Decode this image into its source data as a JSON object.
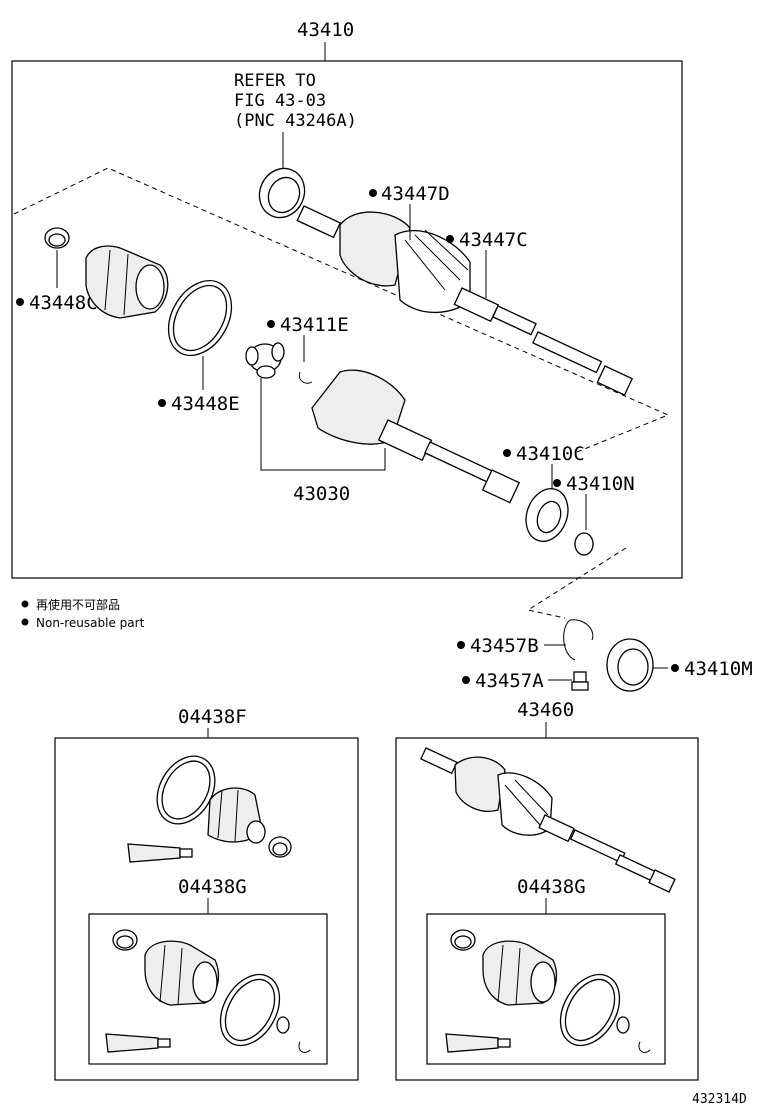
{
  "labels": {
    "main_assembly": "43410",
    "refer_line1": "REFER TO",
    "refer_line2": "FIG 43-03",
    "refer_line3": "(PNC 43246A)",
    "p43447D": "43447D",
    "p43447C": "43447C",
    "p43448C": "43448C",
    "p43411E": "43411E",
    "p43448E": "43448E",
    "p43030": "43030",
    "p43410C": "43410C",
    "p43410N": "43410N",
    "p43457B": "43457B",
    "p43457A": "43457A",
    "p43410M": "43410M",
    "kit_left": "04438F",
    "kit_left_inner": "04438G",
    "assembly_right": "43460",
    "kit_right_inner": "04438G",
    "diagram_id": "432314D"
  },
  "legend": {
    "line_jp": "再使用不可部品",
    "line_en": "Non-reusable part"
  }
}
